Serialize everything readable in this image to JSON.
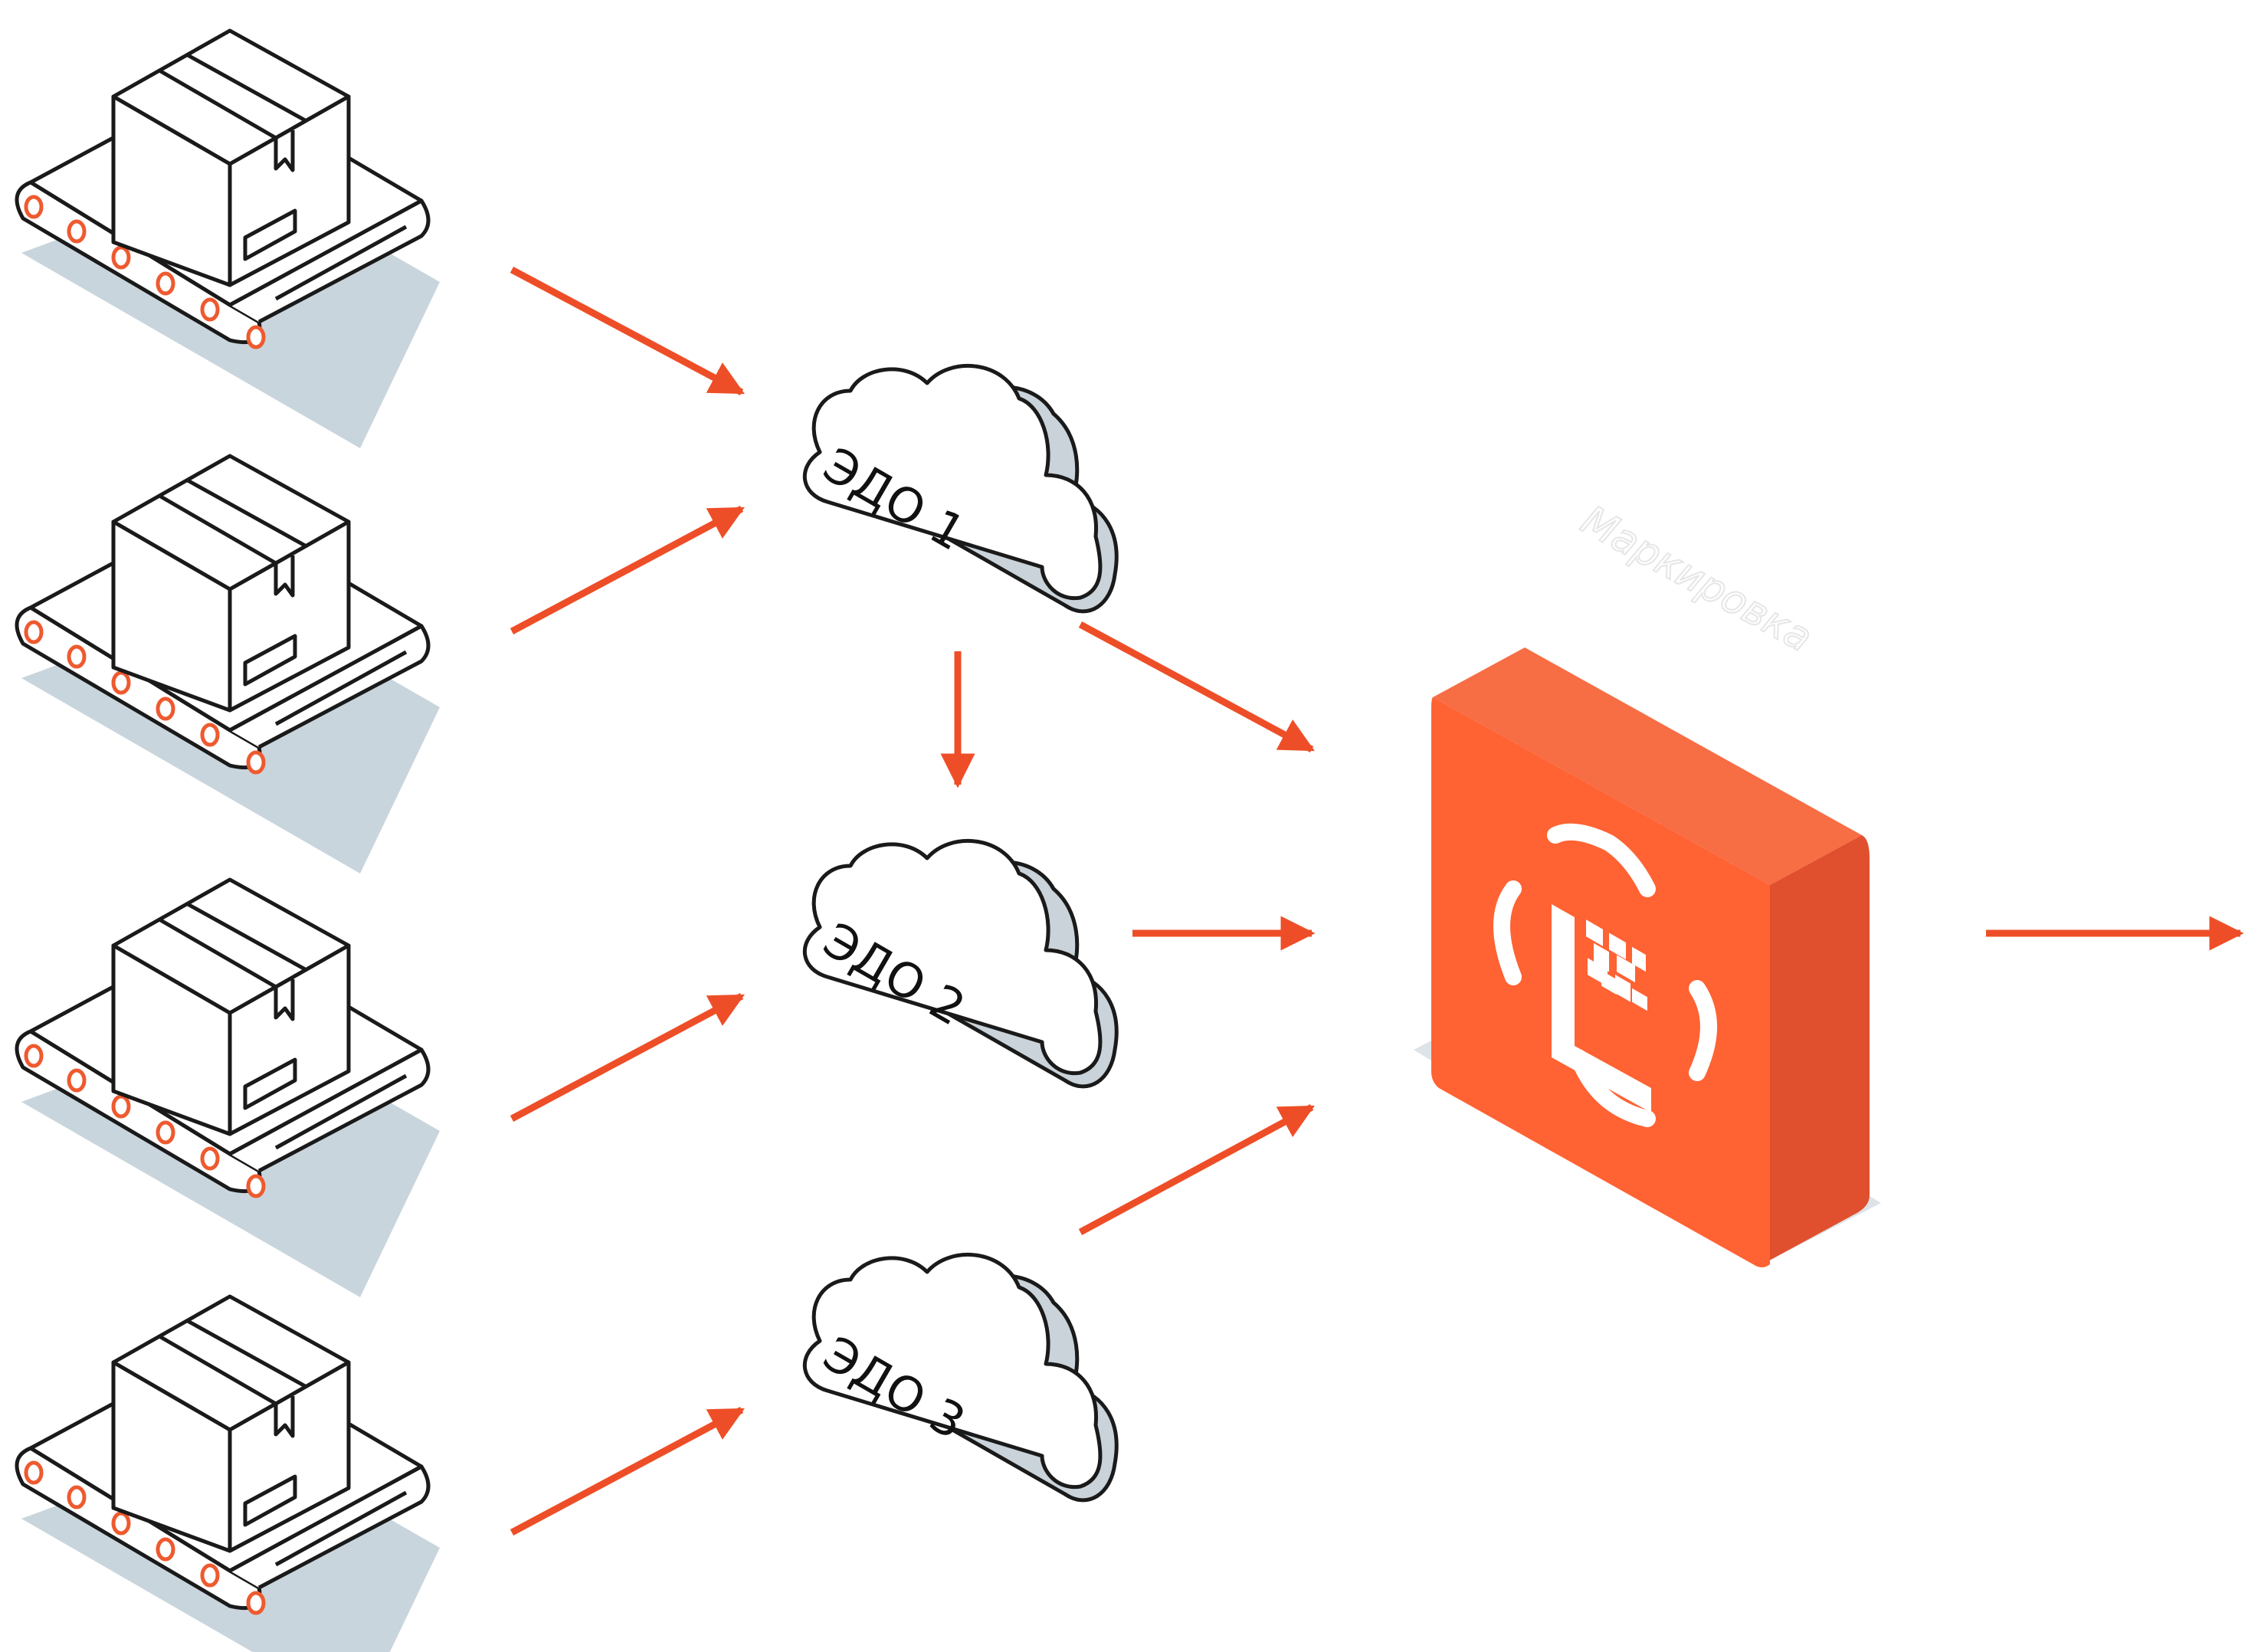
{
  "diagram": {
    "clouds": [
      {
        "label": "ЭДО 1"
      },
      {
        "label": "ЭДО 2"
      },
      {
        "label": "ЭДО 3"
      }
    ],
    "scanner": {
      "logo_text": "Маркировка"
    }
  },
  "colors": {
    "arrow": "#ee4e27",
    "orange_front": "#ff6233",
    "orange_side": "#e0502e",
    "orange_top": "#f76d44",
    "line": "#1a1a1a",
    "cloud_fill": "#c9d3d9",
    "shadow": "#c9d5dc",
    "roller": "#ee5a2f"
  },
  "icons": {
    "conveyor": "box-on-conveyor-icon",
    "cloud": "cloud-icon",
    "scanner": "datamatrix-scanner-icon"
  }
}
